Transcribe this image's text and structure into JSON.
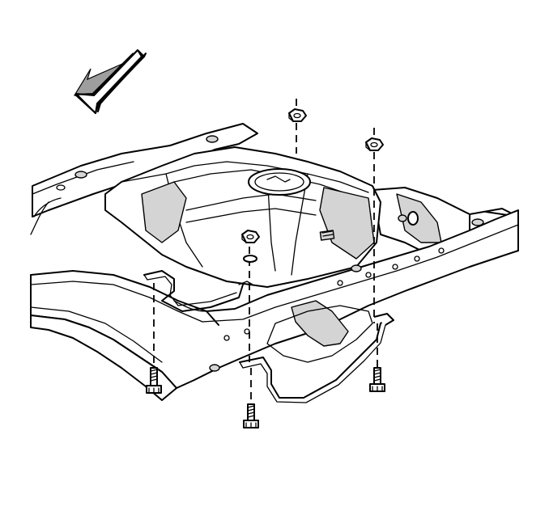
{
  "colors": {
    "line": "#000000",
    "shade": "#d4d4d4",
    "dark_shade": "#9e9e9e",
    "background": "#ffffff"
  },
  "parts": [
    "direction-arrow",
    "frame-rails",
    "fuel-tank",
    "tank-straps",
    "strap-nuts",
    "strap-bolts"
  ]
}
